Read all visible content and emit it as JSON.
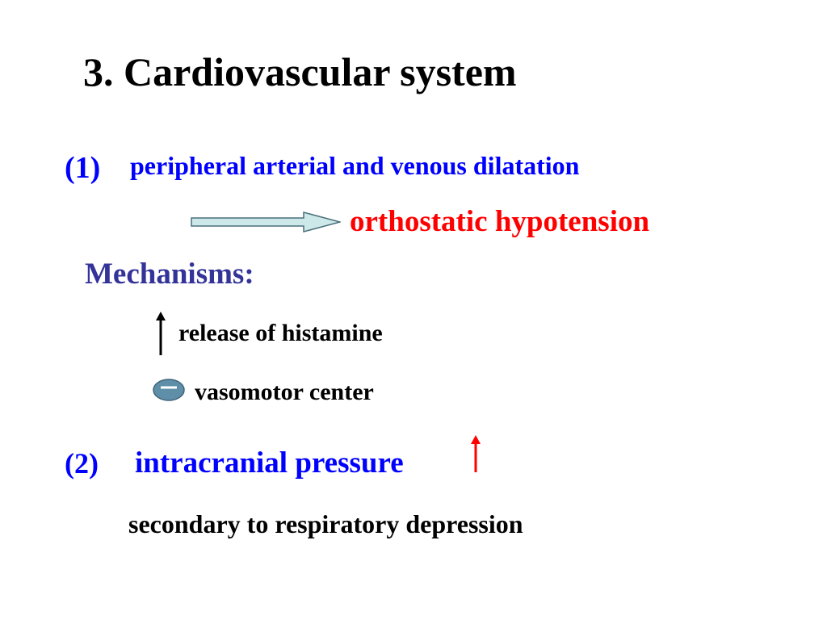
{
  "slide": {
    "title": "3. Cardiovascular system",
    "item1": {
      "number": "(1)",
      "text": "peripheral arterial and venous dilatation",
      "result": "orthostatic hypotension"
    },
    "mechanisms": {
      "heading": "Mechanisms:",
      "items": [
        {
          "icon": "up-arrow-icon",
          "text": "release of histamine"
        },
        {
          "icon": "minus-circle-icon",
          "text": "vasomotor center"
        }
      ]
    },
    "item2": {
      "number": "(2)",
      "text": "intracranial pressure",
      "icon": "up-arrow-icon",
      "note": "secondary to respiratory depression"
    }
  },
  "colors": {
    "blue": "#0000ff",
    "red": "#ff0000",
    "heading": "#333399",
    "arrow_fill": "#cce8e8",
    "circle_fill": "#5f8fa8"
  }
}
